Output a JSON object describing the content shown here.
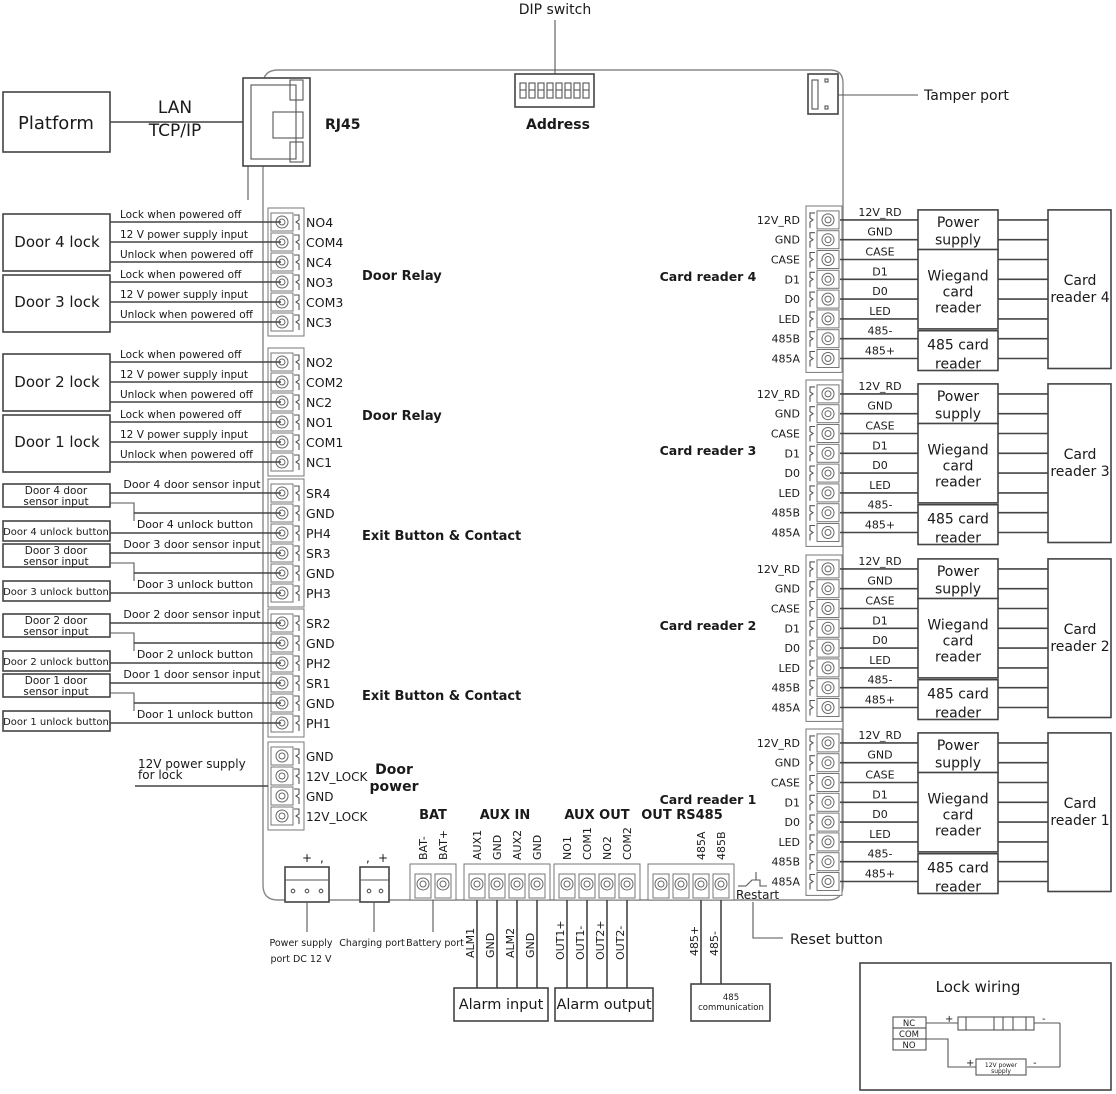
{
  "diagram": {
    "title": "Access controller wiring diagram",
    "top": {
      "dip_switch_label": "DIP switch",
      "address_label": "Address",
      "rj45_label": "RJ45",
      "platform_label": "Platform",
      "lan_label": "LAN",
      "tcpip_label": "TCP/IP",
      "tamper_label": "Tamper port",
      "dip_count": 8
    },
    "door_relays": {
      "section_label": "Door Relay",
      "groups": [
        {
          "lock_label": "Door 4 lock",
          "pins": [
            "NO4",
            "COM4",
            "NC4"
          ]
        },
        {
          "lock_label": "Door 3 lock",
          "pins": [
            "NO3",
            "COM3",
            "NC3"
          ]
        },
        {
          "lock_label": "Door 2 lock",
          "pins": [
            "NO2",
            "COM2",
            "NC2"
          ]
        },
        {
          "lock_label": "Door 1 lock",
          "pins": [
            "NO1",
            "COM1",
            "NC1"
          ]
        }
      ],
      "wire_labels": [
        "Lock when powered off",
        "12 V power supply input",
        "Unlock when powered off"
      ]
    },
    "exit_contacts": {
      "section_label": "Exit Button & Contact",
      "groups": [
        {
          "sensor_box": [
            "Door 4 door",
            "sensor input"
          ],
          "button_box": "Door 4 unlock button",
          "sensor_wire": "Door 4 door sensor input",
          "button_wire": "Door 4 unlock button",
          "pins": [
            "SR4",
            "GND",
            "PH4"
          ]
        },
        {
          "sensor_box": [
            "Door 3 door",
            "sensor input"
          ],
          "button_box": "Door 3 unlock button",
          "sensor_wire": "Door 3 door sensor input",
          "button_wire": "Door 3 unlock button",
          "pins": [
            "SR3",
            "GND",
            "PH3"
          ]
        },
        {
          "sensor_box": [
            "Door 2 door",
            "sensor input"
          ],
          "button_box": "Door 2 unlock button",
          "sensor_wire": "Door 2 door sensor input",
          "button_wire": "Door 2 unlock button",
          "pins": [
            "SR2",
            "GND",
            "PH2"
          ]
        },
        {
          "sensor_box": [
            "Door 1 door",
            "sensor input"
          ],
          "button_box": "Door 1 unlock button",
          "sensor_wire": "Door 1 door sensor input",
          "button_wire": "Door 1 unlock button",
          "pins": [
            "SR1",
            "GND",
            "PH1"
          ]
        }
      ]
    },
    "door_power": {
      "section_label": [
        "Door",
        "power"
      ],
      "wire_label": [
        "12V power supply",
        "for lock"
      ],
      "pins": [
        "GND",
        "12V_LOCK",
        "GND",
        "12V_LOCK"
      ]
    },
    "card_readers": [
      {
        "section_label": "Card reader 4",
        "device_label": [
          "Card",
          "reader 4"
        ]
      },
      {
        "section_label": "Card reader 3",
        "device_label": [
          "Card",
          "reader 3"
        ]
      },
      {
        "section_label": "Card reader 2",
        "device_label": [
          "Card",
          "reader 2"
        ]
      },
      {
        "section_label": "Card reader 1",
        "device_label": [
          "Card",
          "reader 1"
        ]
      }
    ],
    "card_reader_common": {
      "pins": [
        "12V_RD",
        "GND",
        "CASE",
        "D1",
        "D0",
        "LED",
        "485B",
        "485A"
      ],
      "wire_labels": [
        "12V_RD",
        "GND",
        "CASE",
        "D1",
        "D0",
        "LED",
        "485-",
        "485+"
      ],
      "power_box": [
        "Power",
        "supply"
      ],
      "wiegand_box": [
        "Wiegand",
        "card",
        "reader"
      ],
      "rs485_box": [
        "485 card",
        "reader"
      ]
    },
    "bottom": {
      "power_port_label": [
        "Power supply",
        "port DC 12 V"
      ],
      "power_port_polarity": [
        "+",
        ","
      ],
      "charging_port_label": "Charging port",
      "charging_port_polarity": [
        ",",
        "+"
      ],
      "battery_port_label": "Battery port",
      "groups": [
        {
          "header": "BAT",
          "pins": [
            "BAT-",
            "BAT+"
          ]
        },
        {
          "header": "AUX IN",
          "pins": [
            "AUX1",
            "GND",
            "AUX2",
            "GND"
          ],
          "wires": [
            "ALM1",
            "GND",
            "ALM2",
            "GND"
          ],
          "device": "Alarm input"
        },
        {
          "header": "AUX OUT",
          "pins": [
            "NO1",
            "COM1",
            "NO2",
            "COM2"
          ],
          "wires": [
            "OUT1+",
            "OUT1-",
            "OUT2+",
            "OUT2-"
          ],
          "device": "Alarm output"
        },
        {
          "header": "OUT RS485",
          "pins": [
            "",
            "",
            "485A",
            "485B"
          ],
          "wires": [
            "485+",
            "485-"
          ],
          "device": [
            "485",
            "communication"
          ]
        }
      ],
      "restart_label": "Restart",
      "reset_label": "Reset button"
    },
    "lock_wiring": {
      "title": "Lock wiring",
      "pins": [
        "NC",
        "COM",
        "NO"
      ],
      "supply_label": [
        "12V power",
        "supply"
      ],
      "plus": "+",
      "minus": "-"
    }
  }
}
